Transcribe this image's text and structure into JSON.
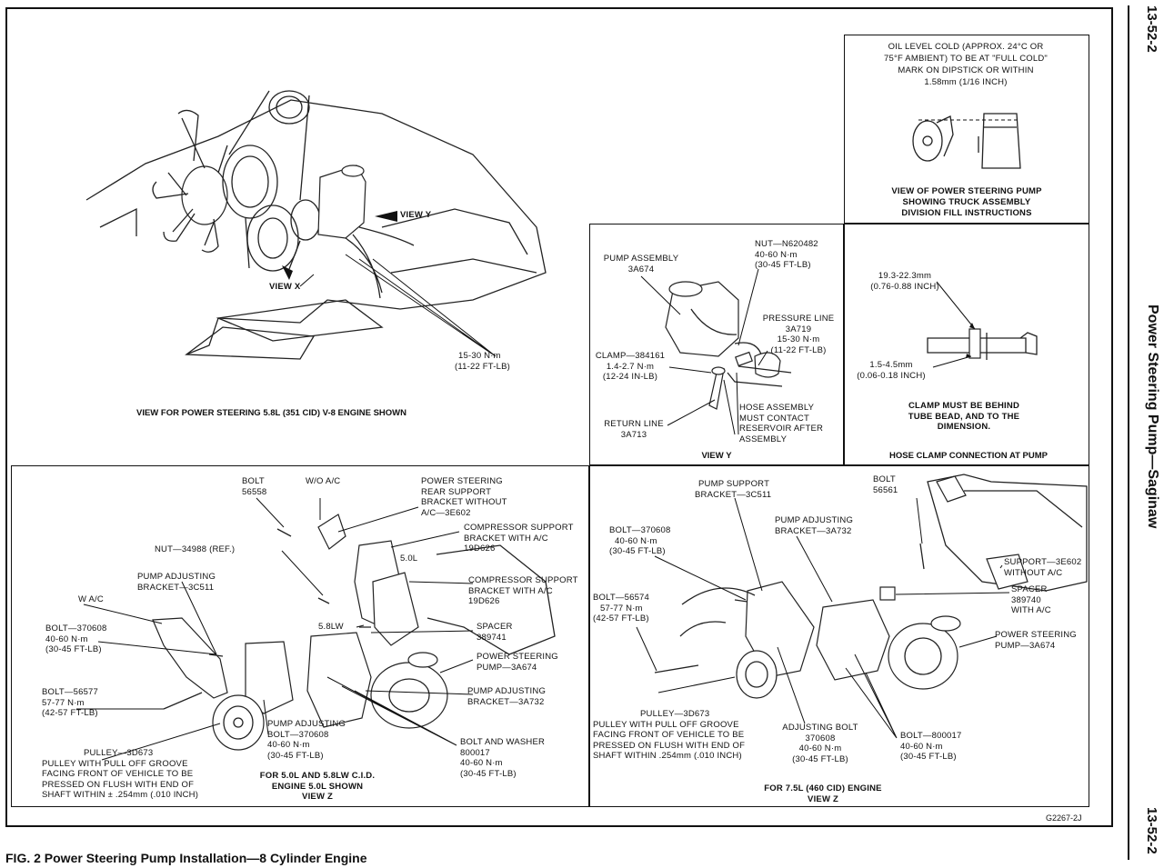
{
  "figure": {
    "caption": "FIG. 2  Power Steering Pump Installation—8 Cylinder Engine",
    "code": "G2267-2J"
  },
  "sidebar": {
    "page_top": "13-52-2",
    "page_bottom": "13-52-2",
    "title": "Power Steering Pump—Saginaw"
  },
  "panel_engine": {
    "caption": "VIEW FOR POWER STEERING 5.8L (351 CID) V-8 ENGINE SHOWN",
    "view_y": "VIEW Y",
    "view_x": "VIEW X",
    "torque": [
      "15-30 N·m",
      "(11-22 FT-LB)"
    ]
  },
  "panel_oil": {
    "note": [
      "OIL LEVEL COLD (APPROX. 24°C OR",
      "75°F AMBIENT) TO BE AT \"FULL COLD\"",
      "MARK ON DIPSTICK OR WITHIN",
      "1.58mm (1/16 INCH)"
    ],
    "caption": [
      "VIEW OF POWER STEERING PUMP",
      "SHOWING TRUCK ASSEMBLY",
      "DIVISION FILL INSTRUCTIONS"
    ]
  },
  "panel_view_y": {
    "pump_assembly": [
      "PUMP ASSEMBLY",
      "3A674"
    ],
    "nut": [
      "NUT—N620482",
      "40-60 N·m",
      "(30-45 FT-LB)"
    ],
    "pressure_line": [
      "PRESSURE LINE",
      "3A719",
      "15-30 N·m",
      "(11-22 FT-LB)"
    ],
    "clamp": [
      "CLAMP—384161",
      "1.4-2.7 N·m",
      "(12-24 IN-LB)"
    ],
    "return_line": [
      "RETURN LINE",
      "3A713"
    ],
    "hose_assembly": [
      "HOSE ASSEMBLY",
      "MUST CONTACT",
      "RESERVOIR AFTER",
      "ASSEMBLY"
    ],
    "caption": "VIEW Y"
  },
  "panel_clamp": {
    "dim1": [
      "19.3-22.3mm",
      "(0.76-0.88 INCH)"
    ],
    "dim2": [
      "1.5-4.5mm",
      "(0.06-0.18 INCH)"
    ],
    "note": [
      "CLAMP MUST BE BEHIND",
      "TUBE BEAD, AND TO THE",
      "DIMENSION."
    ],
    "caption": "HOSE CLAMP CONNECTION AT PUMP"
  },
  "panel_58": {
    "bolt_56558": [
      "BOLT",
      "56558"
    ],
    "wo_ac": "W/O A/C",
    "ps_rear_support": [
      "POWER STEERING",
      "REAR SUPPORT",
      "BRACKET WITHOUT",
      "A/C—3E602"
    ],
    "compressor_support_1": [
      "COMPRESSOR SUPPORT",
      "BRACKET WITH A/C",
      "19D626"
    ],
    "nut_34988": "NUT—34988 (REF.)",
    "label_50l": "5.0L",
    "compressor_support_2": [
      "COMPRESSOR SUPPORT",
      "BRACKET WITH A/C",
      "19D626"
    ],
    "pump_adj_3c511": [
      "PUMP ADJUSTING",
      "BRACKET—3C511"
    ],
    "w_ac": "W A/C",
    "label_58lw": "5.8LW",
    "spacer": [
      "SPACER",
      "389741"
    ],
    "bolt_370608": [
      "BOLT—370608",
      "40-60 N·m",
      "(30-45 FT-LB)"
    ],
    "ps_pump": [
      "POWER STEERING",
      "PUMP—3A674"
    ],
    "pump_adj_3a732": [
      "PUMP ADJUSTING",
      "BRACKET—3A732"
    ],
    "bolt_56577": [
      "BOLT—56577",
      "57-77 N·m",
      "(42-57 FT-LB)"
    ],
    "pump_adj_bolt": [
      "PUMP ADJUSTING",
      "BOLT—370608",
      "40-60 N·m",
      "(30-45 FT-LB)"
    ],
    "bolt_washer": [
      "BOLT AND WASHER",
      "800017",
      "40-60 N·m",
      "(30-45 FT-LB)"
    ],
    "pulley": [
      "PULLEY—3D673",
      "PULLEY WITH PULL OFF GROOVE",
      "FACING FRONT OF VEHICLE TO BE",
      "PRESSED ON FLUSH WITH END OF",
      "SHAFT WITHIN ± .254mm (.010 INCH)"
    ],
    "caption": [
      "FOR 5.0L AND 5.8LW C.I.D.",
      "ENGINE 5.0L SHOWN",
      "VIEW Z"
    ]
  },
  "panel_75": {
    "pump_support": [
      "PUMP SUPPORT",
      "BRACKET—3C511"
    ],
    "bolt_56561": [
      "BOLT",
      "56561"
    ],
    "pump_adj": [
      "PUMP ADJUSTING",
      "BRACKET—3A732"
    ],
    "bolt_370608": [
      "BOLT—370608",
      "40-60 N·m",
      "(30-45 FT-LB)"
    ],
    "support_3e602": [
      "SUPPORT—3E602",
      "WITHOUT A/C"
    ],
    "bolt_56574": [
      "BOLT—56574",
      "57-77 N·m",
      "(42-57 FT-LB)"
    ],
    "spacer": [
      "SPACER",
      "389740",
      "WITH A/C"
    ],
    "ps_pump": [
      "POWER STEERING",
      "PUMP—3A674"
    ],
    "pulley": [
      "PULLEY—3D673",
      "PULLEY WITH PULL OFF GROOVE",
      "FACING FRONT OF VEHICLE TO BE",
      "PRESSED ON FLUSH WITH END OF",
      "SHAFT WITHIN .254mm (.010 INCH)"
    ],
    "adjusting_bolt": [
      "ADJUSTING BOLT",
      "370608",
      "40-60 N·m",
      "(30-45 FT-LB)"
    ],
    "bolt_800017": [
      "BOLT—800017",
      "40-60 N·m",
      "(30-45 FT-LB)"
    ],
    "caption": [
      "FOR 7.5L (460 CID) ENGINE",
      "VIEW Z"
    ]
  }
}
